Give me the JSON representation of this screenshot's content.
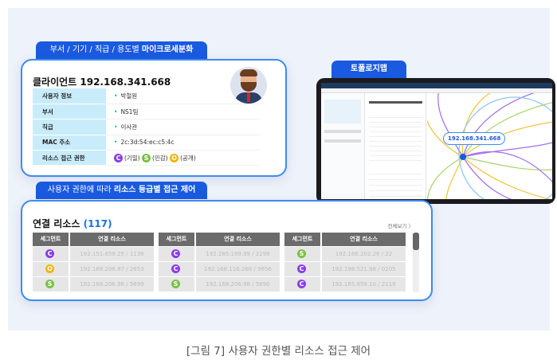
{
  "tags": {
    "micro": "부서 / 기기 / 직급 / 용도별 ",
    "micro_bold": "마이크로세분화",
    "access": "사용자 권한에 따라 ",
    "access_bold": "리소스 등급별 접근 제어",
    "topology": "토폴로지맵"
  },
  "client": {
    "title": "클라이언트 192.168.341.668",
    "rows": [
      {
        "label": "사용자 정보",
        "value": "박철원"
      },
      {
        "label": "부서",
        "value": "NS1팀"
      },
      {
        "label": "직급",
        "value": "이사관"
      },
      {
        "label": "MAC 주소",
        "value": "2c:3d:54:ec:c5:4c"
      },
      {
        "label": "리소스 접근 권한"
      }
    ],
    "grades": [
      {
        "letter": "C",
        "label": "(기밀)"
      },
      {
        "letter": "S",
        "label": "(민감)"
      },
      {
        "letter": "O",
        "label": "(공개)"
      }
    ]
  },
  "resources": {
    "title": "연결 리소스",
    "count": "(117)",
    "view_all": "전체보기 〉",
    "col_segment": "세그먼트",
    "col_resource": "연결 리소스",
    "groups": [
      [
        {
          "seg": "C",
          "res": "192.151.659.29 / 1138"
        },
        {
          "seg": "O",
          "res": "192.168.206.87 / 2653"
        },
        {
          "seg": "S",
          "res": "192.168.206.98 / 5699"
        }
      ],
      [
        {
          "seg": "C",
          "res": "192.285.169.99 / 2299"
        },
        {
          "seg": "C",
          "res": "192.168.116.268 / 9656"
        },
        {
          "seg": "S",
          "res": "192.168.206.98 / 5690"
        }
      ],
      [
        {
          "seg": "S",
          "res": "192.166.202.26 / 22"
        },
        {
          "seg": "C",
          "res": "192.198.521.88 / 0205"
        },
        {
          "seg": "C",
          "res": "192.185.859.10 / 2119"
        }
      ]
    ]
  },
  "topology": {
    "node_ip": "192.168.341.668"
  },
  "caption": "[그림 7] 사용자 권한별 리소스 접근 제어"
}
